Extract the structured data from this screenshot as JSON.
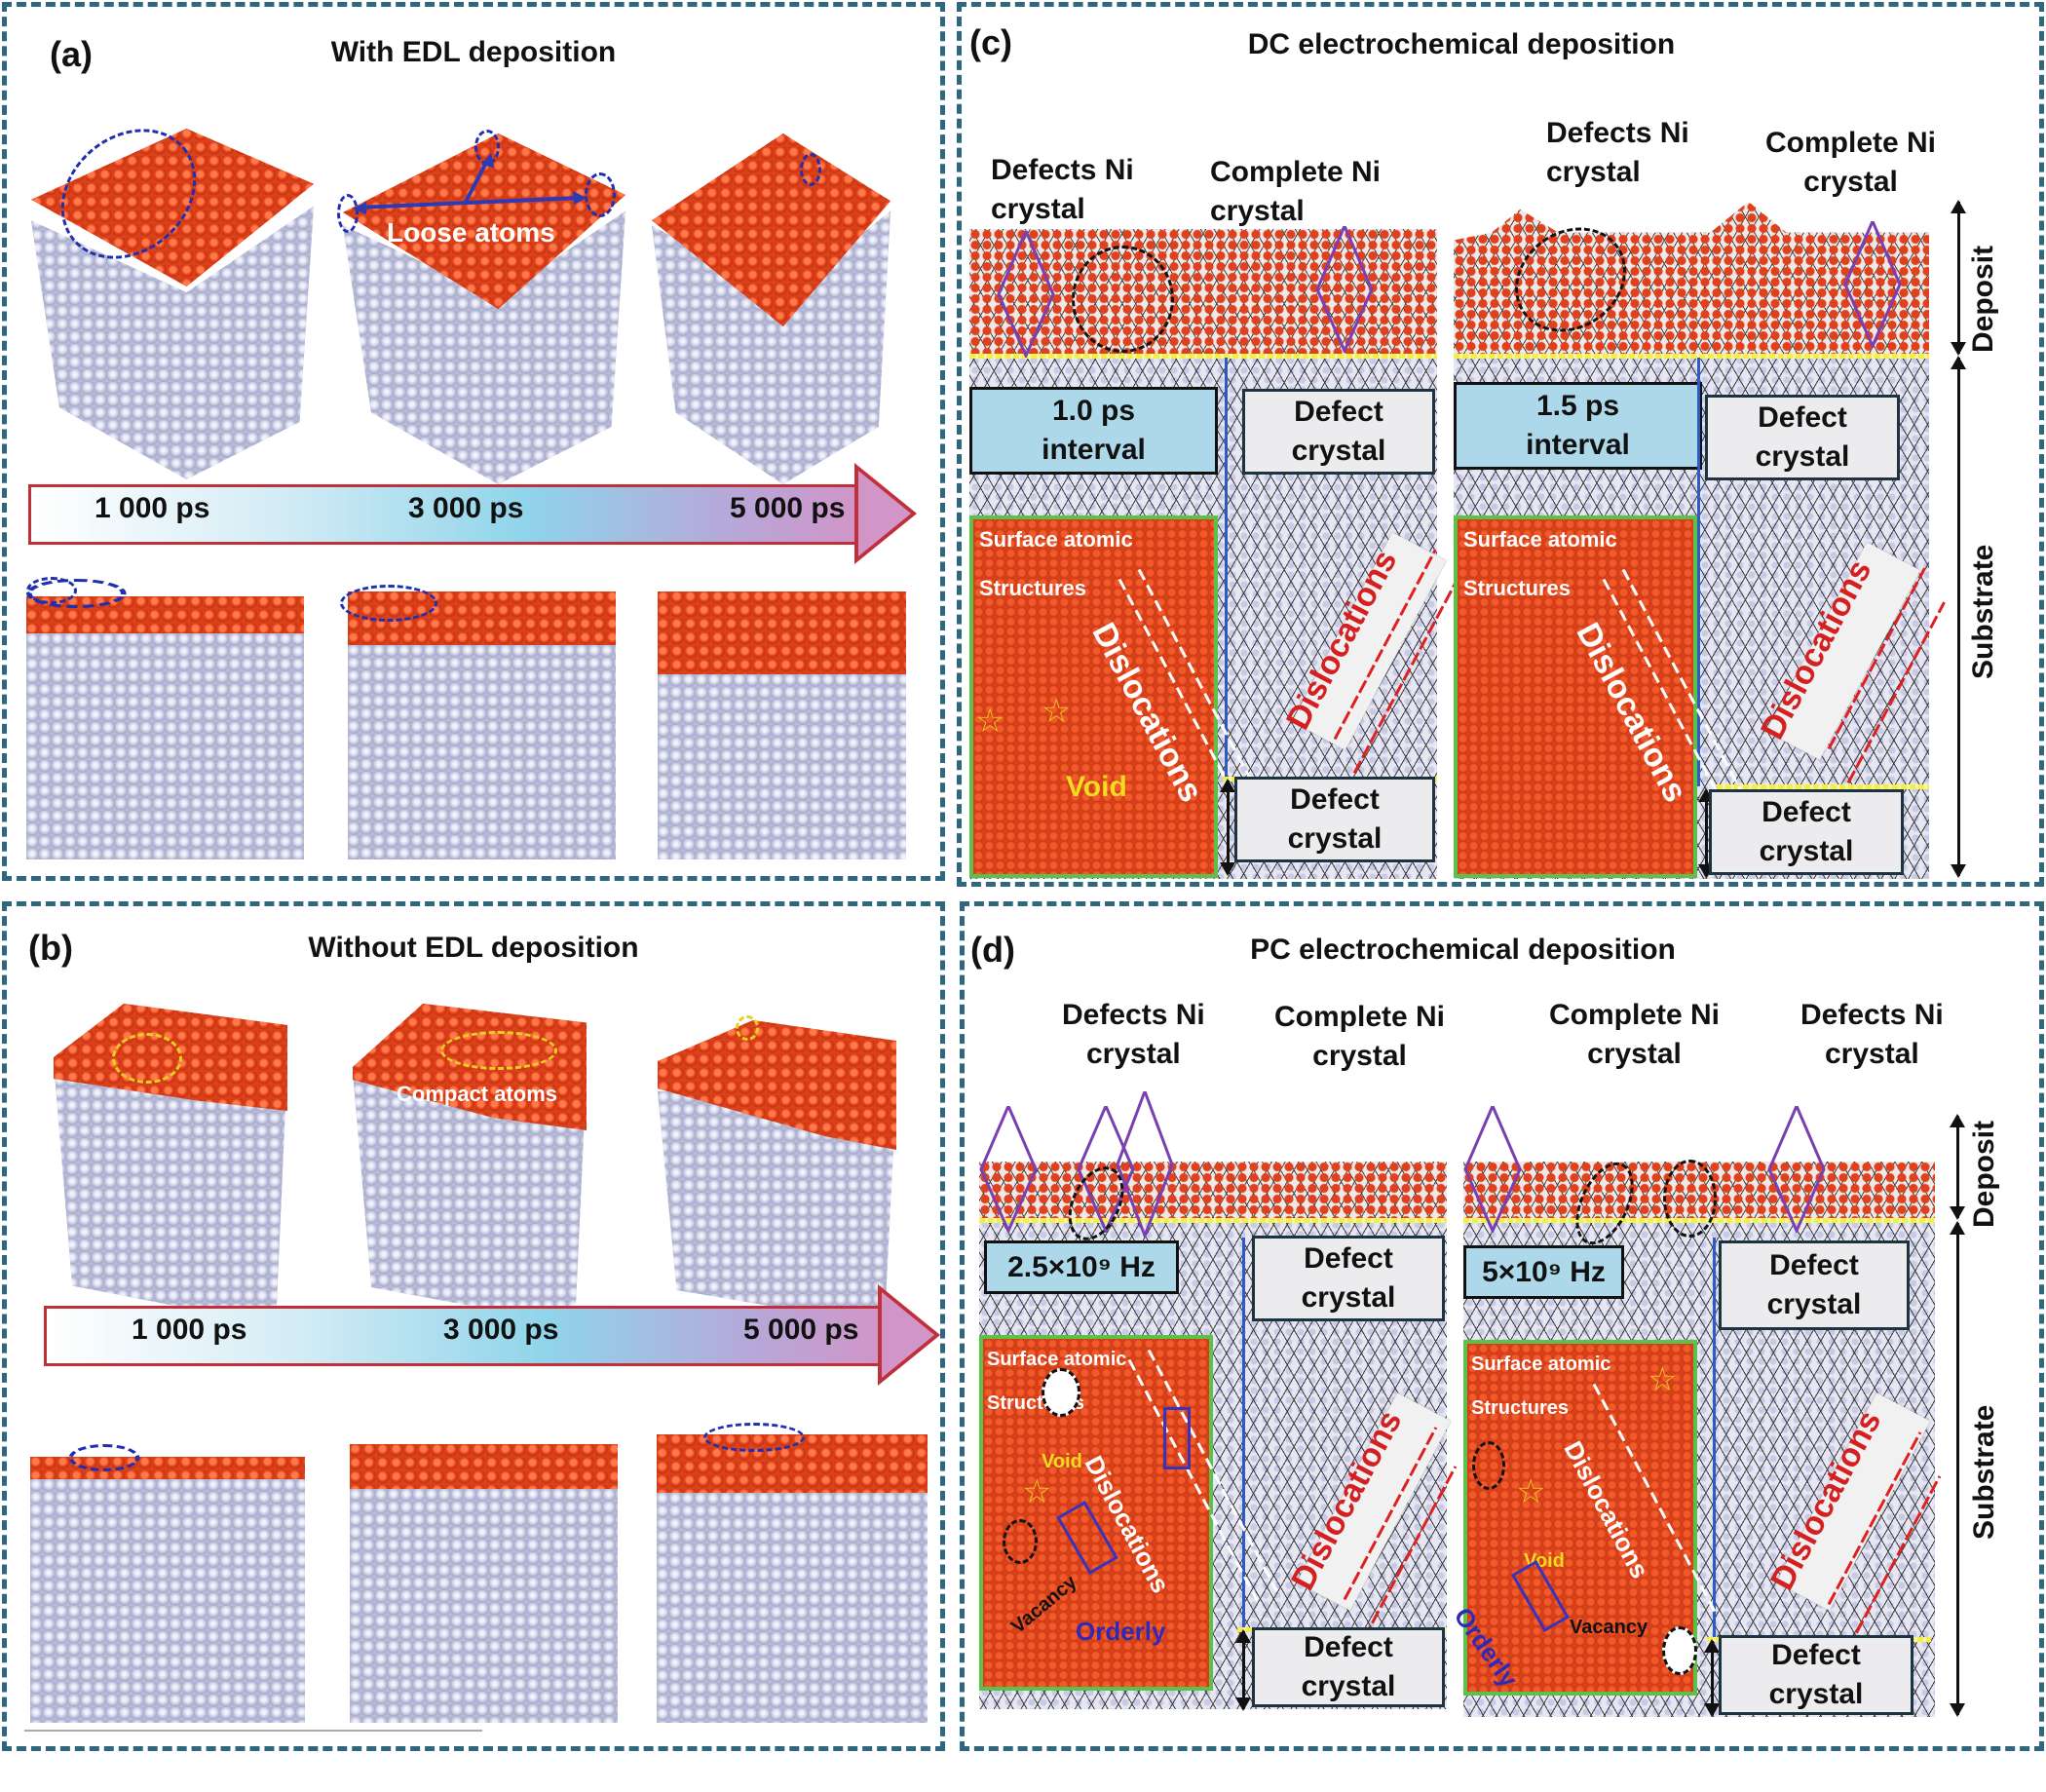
{
  "figure": {
    "panels": [
      {
        "id": "a",
        "label": "(a)",
        "title": "With EDL deposition",
        "annotation": "Loose atoms",
        "timeline": [
          "1 000 ps",
          "3 000 ps",
          "5 000 ps"
        ],
        "highlight_color": "#1f2fb0"
      },
      {
        "id": "b",
        "label": "(b)",
        "title": "Without EDL deposition",
        "annotation": "Compact atoms",
        "timeline": [
          "1 000 ps",
          "3 000 ps",
          "5 000 ps"
        ],
        "highlight_color": "#e8d020"
      },
      {
        "id": "c",
        "label": "(c)",
        "title": "DC electrochemical deposition",
        "sub": [
          {
            "callout_left": [
              "Defects Ni",
              "crystal"
            ],
            "callout_right": [
              "Complete Ni",
              "crystal"
            ],
            "condition": [
              "1.0 ps",
              "interval"
            ],
            "defect_upper": [
              "Defect",
              "crystal"
            ],
            "defect_lower": [
              "Defect",
              "crystal"
            ],
            "surface_label": [
              "Surface atomic",
              "Structures"
            ],
            "dislocation_inner": "Dislocations",
            "dislocation_outer": "Dislocations",
            "void_label": "Void"
          },
          {
            "callout_left": [
              "Defects Ni",
              "crystal"
            ],
            "callout_right": [
              "Complete Ni",
              "crystal"
            ],
            "condition": [
              "1.5 ps",
              "interval"
            ],
            "defect_upper": [
              "Defect",
              "crystal"
            ],
            "defect_lower": [
              "Defect",
              "crystal"
            ],
            "surface_label": [
              "Surface atomic",
              "Structures"
            ],
            "dislocation_inner": "Dislocations",
            "dislocation_outer": "Dislocations"
          }
        ],
        "side_labels": {
          "top": "Deposit",
          "bottom": "Substrate"
        }
      },
      {
        "id": "d",
        "label": "(d)",
        "title": "PC electrochemical deposition",
        "sub": [
          {
            "callout_left": [
              "Defects Ni",
              "crystal"
            ],
            "callout_right": [
              "Complete Ni",
              "crystal"
            ],
            "condition": "2.5×10⁹ Hz",
            "defect_upper": [
              "Defect",
              "crystal"
            ],
            "defect_lower": [
              "Defect",
              "crystal"
            ],
            "surface_label": [
              "Surface atomic",
              "Structures"
            ],
            "dislocation_inner": "Dislocations",
            "dislocation_outer": "Dislocations",
            "void_label": "Void",
            "vacancy_label": "Vacancy",
            "orderly_label": "Orderly"
          },
          {
            "callout_left": [
              "Complete Ni",
              "crystal"
            ],
            "callout_right": [
              "Defects Ni",
              "crystal"
            ],
            "condition": "5×10⁹ Hz",
            "defect_upper": [
              "Defect",
              "crystal"
            ],
            "defect_lower": [
              "Defect",
              "crystal"
            ],
            "surface_label": [
              "Surface atomic",
              "Structures"
            ],
            "dislocation_inner": "Dislocations",
            "dislocation_outer": "Dislocations",
            "void_label": "Void",
            "vacancy_label": "Vacancy",
            "orderly_label": "Orderly"
          }
        ],
        "side_labels": {
          "top": "Deposit",
          "bottom": "Substrate"
        }
      }
    ],
    "colors": {
      "panel_border": "#2f6680",
      "deposit_atoms": "#d8431c",
      "substrate_atoms": "#b9bcd8",
      "condition_box": "#add8ea",
      "defect_box": "#ececef",
      "dislocation_text": "#d42020",
      "region_border": "#5cc04a",
      "interface_line": "#f2ef4a",
      "callout_diamond": "#7a3fb0"
    }
  }
}
